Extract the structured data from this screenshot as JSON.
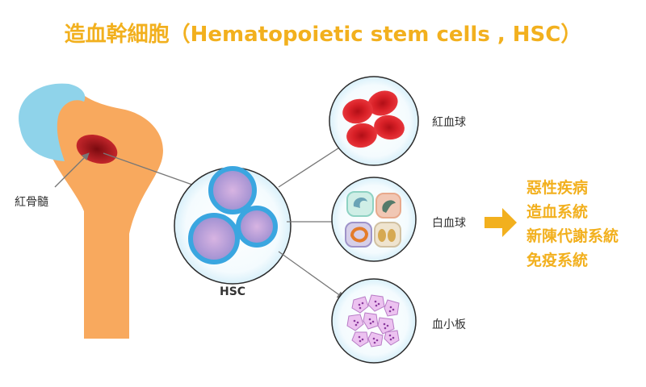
{
  "title": "造血幹細胞（Hematopoietic stem cells , HSC）",
  "labels": {
    "marrow": "紅骨髓",
    "hsc": "HSC",
    "rbc": "紅血球",
    "wbc": "白血球",
    "platelet": "血小板"
  },
  "outcomes": [
    "惡性疾病",
    "造血系統",
    "新陳代謝系統",
    "免疫系統"
  ],
  "colors": {
    "accent": "#f2b01e",
    "bone": "#f8a95e",
    "cartilage": "#8fd3ea",
    "marrow": "#b3151a",
    "rbc": "#e0262a",
    "hsc_border": "#3aa6e0",
    "hsc_fill": "#b79ad6",
    "platelet": "#e9b6ee",
    "arrow": "#777777"
  },
  "icons": {
    "result_arrow": "right-arrow-icon"
  }
}
